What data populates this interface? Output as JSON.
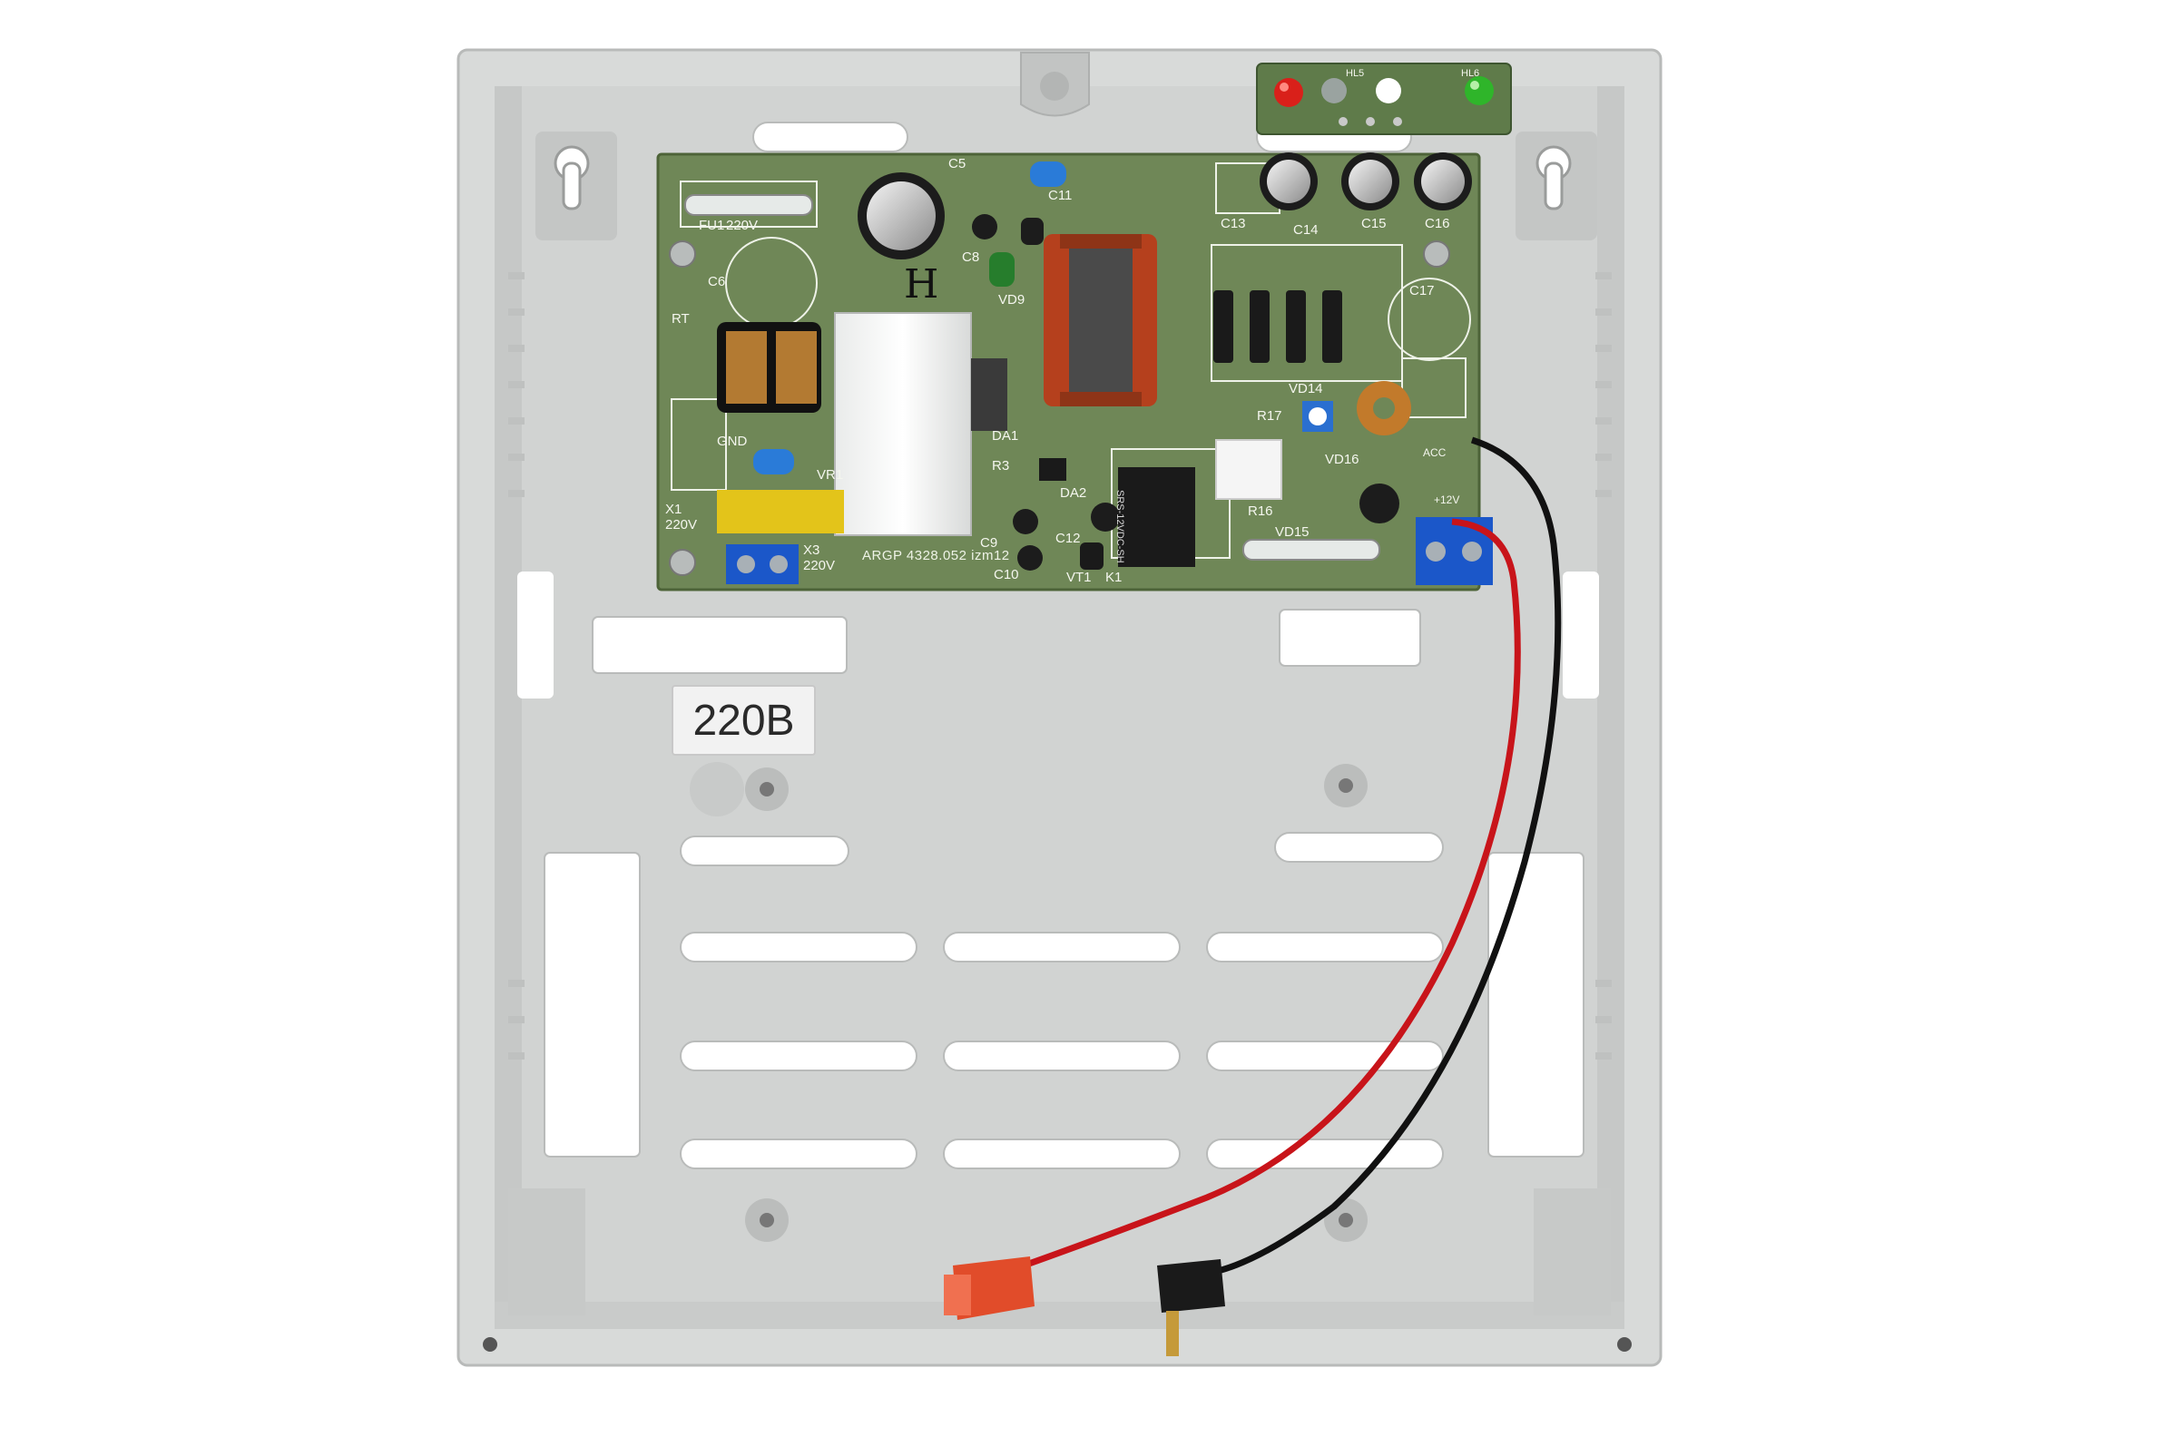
{
  "enclosure": {
    "colors": {
      "body": "#dcdedd",
      "inner": "#cfd1d0",
      "slot": "#ffffff",
      "pcb": "#6f8757"
    }
  },
  "label": {
    "text": "220В"
  },
  "pcb": {
    "board_id": "ARGP 4328.052 izm12",
    "handwritten_mark": "H",
    "silkscreen": {
      "fuse_main": "FU1",
      "fuse_main_rating": "220V",
      "cap_c5": "C5",
      "cap_c6": "C6",
      "cap_c8": "C8",
      "cap_c9": "C9",
      "cap_c10": "C10",
      "cap_c11": "C11",
      "cap_c12": "C12",
      "cap_c13": "C13",
      "cap_c14": "C14",
      "cap_c15": "C15",
      "cap_c16": "C16",
      "cap_c17": "C17",
      "thermistor": "RT",
      "gnd": "GND",
      "varistor": "VR1",
      "conn_x1": "X1",
      "conn_x1_rating": "220V",
      "conn_x3": "X3",
      "conn_x3_rating": "220V",
      "diode_vd9": "VD9",
      "diode_vd14": "VD14",
      "diode_vd15": "VD15",
      "diode_vd16": "VD16",
      "ic_da1": "DA1",
      "ic_da2": "DA2",
      "res_r3": "R3",
      "res_r16": "R16",
      "res_r17": "R17",
      "transistor_vt1": "VT1",
      "relay_k1": "K1",
      "led_hl5": "HL5",
      "led_hl6": "HL6",
      "acc_label": "ACC",
      "out_label": "+12V"
    },
    "relay_marking": "SRS-12VDC-SH"
  }
}
